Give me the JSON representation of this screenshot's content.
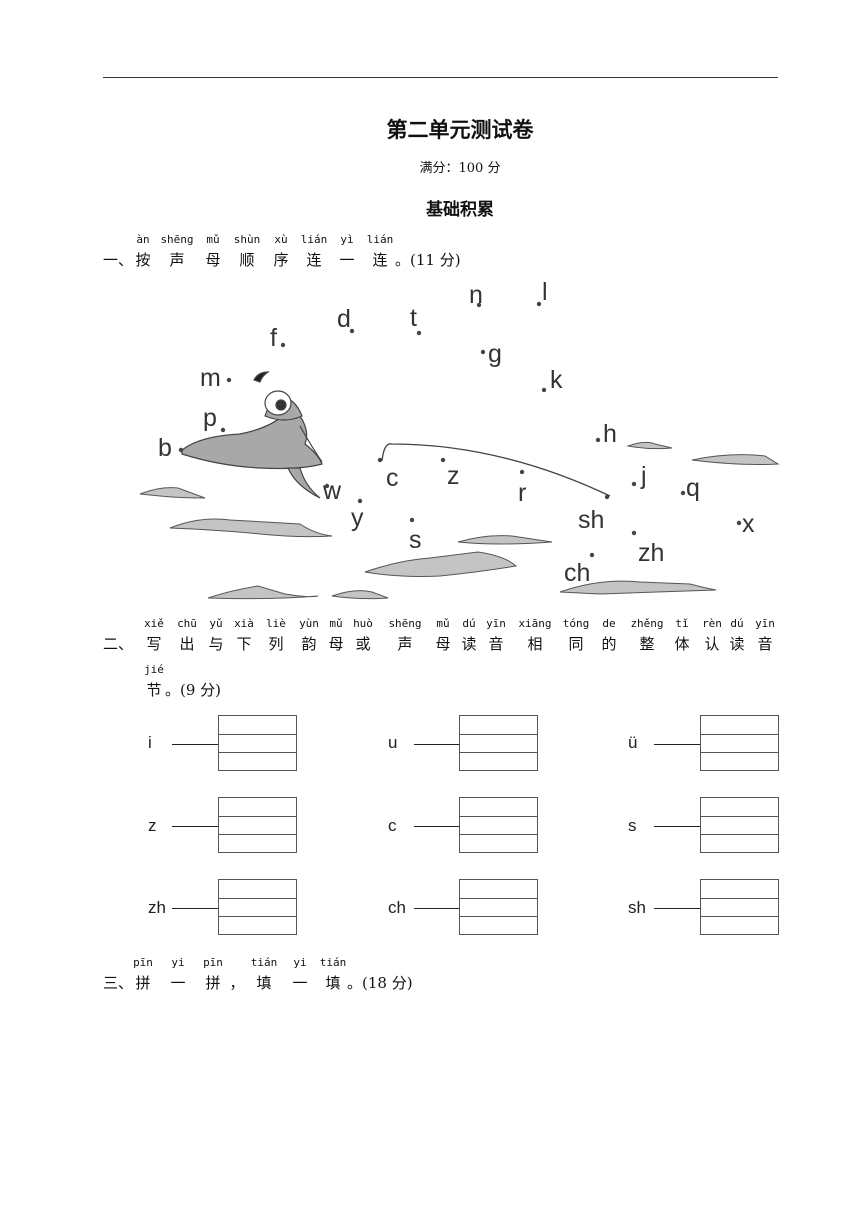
{
  "header": {
    "title": "第二单元测试卷",
    "score": "满分：100 分",
    "section": "基础积累"
  },
  "q1": {
    "number": "一、",
    "syllables": [
      {
        "py": "àn",
        "hz": "按"
      },
      {
        "py": "shēng",
        "hz": "声"
      },
      {
        "py": "mǔ",
        "hz": "母"
      },
      {
        "py": "shùn",
        "hz": "顺"
      },
      {
        "py": "xù",
        "hz": "序"
      },
      {
        "py": "lián",
        "hz": "连"
      },
      {
        "py": "yì",
        "hz": "一"
      },
      {
        "py": "lián",
        "hz": "连"
      }
    ],
    "tail": "。(11 分)",
    "letters": [
      "n",
      "l",
      "d",
      "t",
      "f",
      "g",
      "m",
      "k",
      "p",
      "h",
      "b",
      "c",
      "z",
      "r",
      "j",
      "q",
      "w",
      "y",
      "s",
      "sh",
      "x",
      "zh",
      "ch"
    ]
  },
  "q2": {
    "number": "二、",
    "syllables": [
      {
        "py": "xiě",
        "hz": "写"
      },
      {
        "py": "chū",
        "hz": "出"
      },
      {
        "py": "yǔ",
        "hz": "与"
      },
      {
        "py": "xià",
        "hz": "下"
      },
      {
        "py": "liè",
        "hz": "列"
      },
      {
        "py": "yùn",
        "hz": "韵"
      },
      {
        "py": "mǔ",
        "hz": "母"
      },
      {
        "py": "huò",
        "hz": "或"
      },
      {
        "py": "shēng",
        "hz": "声"
      },
      {
        "py": "mǔ",
        "hz": "母"
      },
      {
        "py": "dú",
        "hz": "读"
      },
      {
        "py": "yīn",
        "hz": "音"
      },
      {
        "py": "xiāng",
        "hz": "相"
      },
      {
        "py": "tóng",
        "hz": "同"
      },
      {
        "py": "de",
        "hz": "的"
      },
      {
        "py": "zhěng",
        "hz": "整"
      },
      {
        "py": "tǐ",
        "hz": "体"
      },
      {
        "py": "rèn",
        "hz": "认"
      },
      {
        "py": "dú",
        "hz": "读"
      },
      {
        "py": "yīn",
        "hz": "音"
      }
    ],
    "line2": {
      "py": "jié",
      "hz": "节"
    },
    "tail": "。(9 分)",
    "pairs": [
      "i",
      "u",
      "ü",
      "z",
      "c",
      "s",
      "zh",
      "ch",
      "sh"
    ]
  },
  "q3": {
    "number": "三、",
    "syllables": [
      {
        "py": "pīn",
        "hz": "拼"
      },
      {
        "py": "yi",
        "hz": "一"
      },
      {
        "py": "pīn",
        "hz": "拼"
      },
      {
        "py": "",
        "hz": "，"
      },
      {
        "py": "tián",
        "hz": "填"
      },
      {
        "py": "yi",
        "hz": "一"
      },
      {
        "py": "tián",
        "hz": "填"
      }
    ],
    "tail": "。(18 分)"
  }
}
